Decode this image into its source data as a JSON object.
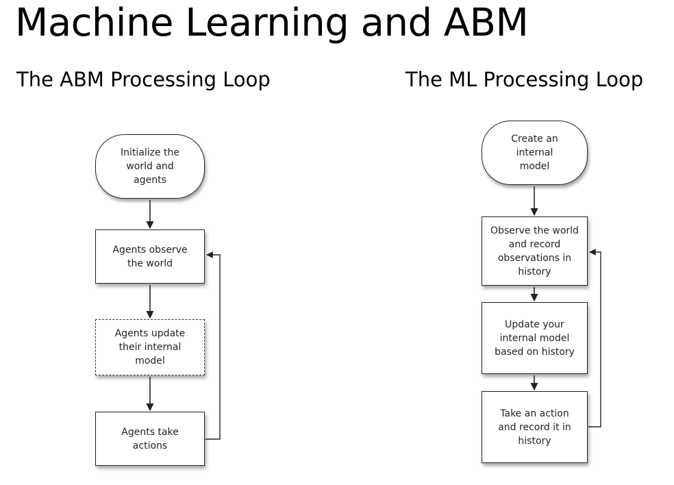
{
  "slide": {
    "title": "Machine Learning and ABM"
  },
  "abm": {
    "heading": "The ABM Processing Loop",
    "steps": [
      "Initialize the world and agents",
      "Agents observe the world",
      "Agents update their internal model",
      "Agents take actions"
    ]
  },
  "ml": {
    "heading": "The ML Processing Loop",
    "steps": [
      "Create an internal model",
      "Observe the world and record observations in history",
      "Update your internal model based on history",
      "Take an action and record it in history"
    ]
  },
  "colors": {
    "line": "#222222",
    "box_fill": "#ffffff"
  }
}
